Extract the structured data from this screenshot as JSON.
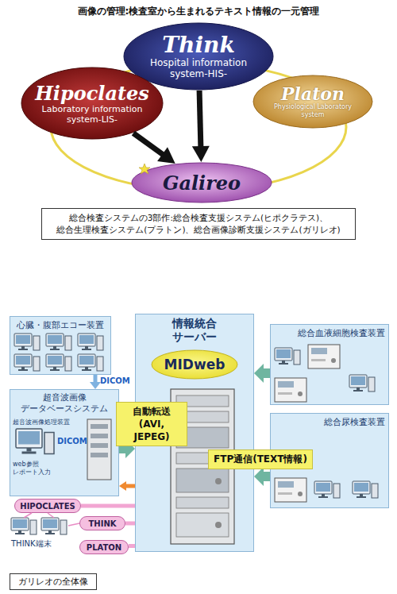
{
  "diagram": {
    "title": "画像の管理:検査室から生まれるテキスト情報の一元管理",
    "caption": "ガリレオの全体像",
    "nodes": [
      {
        "text": [
          "Think",
          "Hospital information system-HIS-"
        ]
      },
      {
        "text": [
          "Hipoclates",
          "Laboratory information system-LIS-"
        ]
      },
      {
        "text": [
          "Platon",
          "Physiological Laboratory system"
        ]
      },
      {
        "text": [
          "Galireo"
        ]
      },
      {
        "text": [
          "総合検査システムの3部作:総合検査支援システム(ヒポクラテス)、 総合生理検査システム(プラトン)、総合画像診断支援システム(ガリレオ)"
        ]
      },
      {
        "text": [
          "心臓・腹部エコー装置"
        ]
      },
      {
        "text": [
          "超音波画像 データベースシステム"
        ]
      },
      {
        "text": [
          "情報統合 サーバー"
        ]
      },
      {
        "text": [
          "MIDweb"
        ],
        "in": 7
      },
      {
        "text": [
          "総合血液細胞検査装置"
        ]
      },
      {
        "text": [
          "総合尿検査装置"
        ]
      },
      {
        "text": [
          "HIPOCLATES"
        ]
      },
      {
        "text": [
          "THINK"
        ]
      },
      {
        "text": [
          "PLATON"
        ]
      }
    ],
    "edges": [
      {
        "from": 1,
        "to": 3,
        "arrow": "to"
      },
      {
        "from": 0,
        "to": 3,
        "arrow": "to"
      },
      {
        "from": 5,
        "to": 6,
        "label": "DICOM",
        "arrow": "to"
      },
      {
        "from": 6,
        "to": 7,
        "label": "自動転送 (AVI, JEPEG)",
        "arrow": "to"
      },
      {
        "from": 9,
        "to": 7,
        "arrow": "to"
      },
      {
        "from": 10,
        "to": 7,
        "label": "FTP通信(TEXT情報)",
        "arrow": "to"
      },
      {
        "from": 7,
        "to": 6,
        "arrow": "to"
      },
      {
        "from": 11,
        "to": 7,
        "arrow": "none"
      },
      {
        "from": 12,
        "to": 7,
        "arrow": "none"
      },
      {
        "from": 13,
        "to": 7,
        "arrow": "none"
      }
    ],
    "labels": [
      "DICOM",
      "超音波画像処理装置",
      "web参照 レポート入力",
      "THINK端末"
    ]
  }
}
